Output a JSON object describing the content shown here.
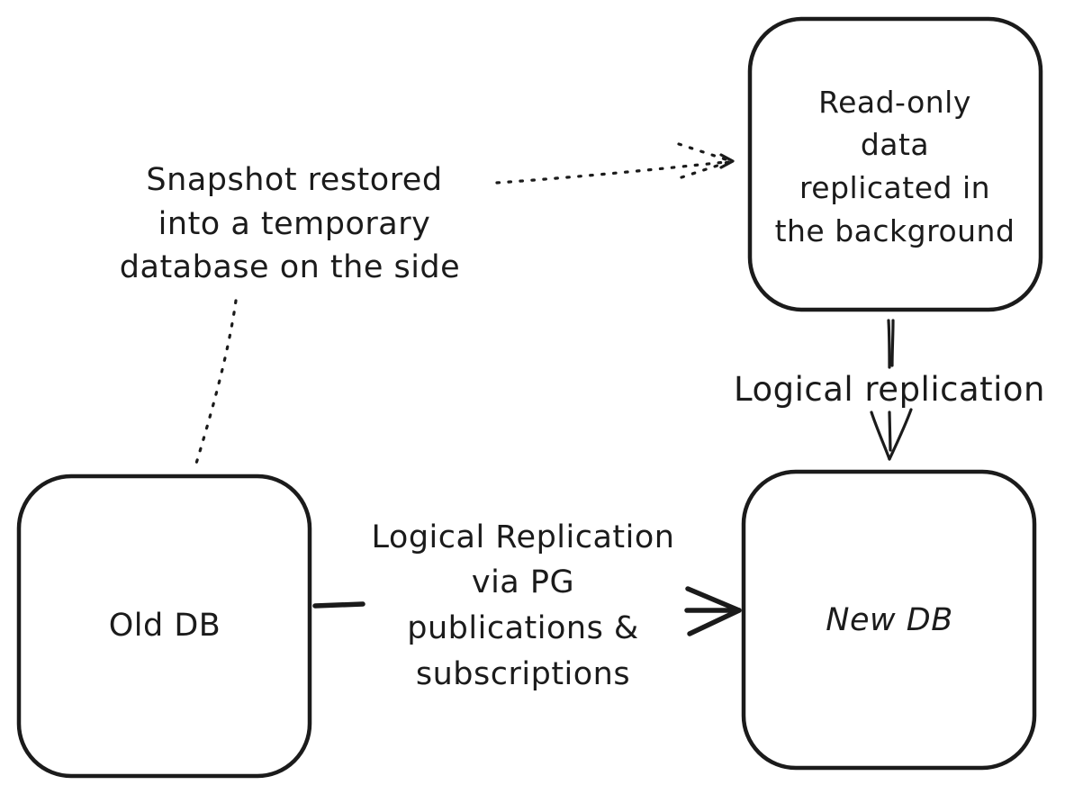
{
  "canvas": {
    "background": "#ffffff",
    "ink": "#1b1b1b"
  },
  "nodes": {
    "readonly": {
      "lines": [
        "Read-only",
        "data",
        "replicated in",
        "the background"
      ]
    },
    "old_db": {
      "label": "Old DB"
    },
    "new_db": {
      "label": "New DB"
    }
  },
  "labels": {
    "snapshot_note": {
      "lines": [
        "Snapshot restored",
        "into a temporary",
        "database on the side"
      ]
    },
    "horizontal_edge": {
      "lines": [
        "Logical Replication",
        "via PG",
        "publications &",
        "subscriptions"
      ]
    },
    "vertical_edge": "Logical replication"
  },
  "edges": [
    {
      "name": "snapshot-note-to-readonly-box",
      "style": "dotted-arrow"
    },
    {
      "name": "snapshot-note-to-old-db",
      "style": "dotted-line"
    },
    {
      "name": "old-db-to-new-db",
      "style": "solid-arrow"
    },
    {
      "name": "readonly-box-to-new-db",
      "style": "double-line-arrow"
    }
  ]
}
